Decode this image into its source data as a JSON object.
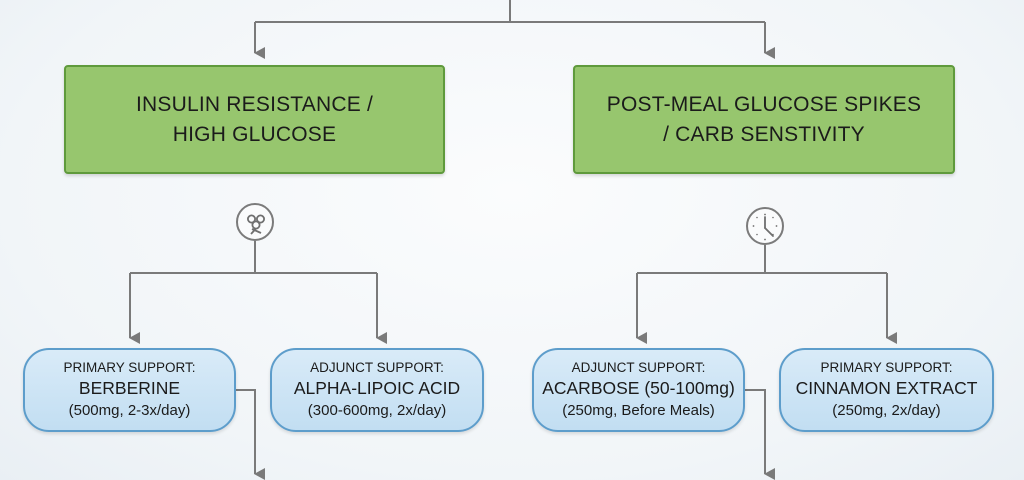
{
  "conditions": [
    {
      "line1": "INSULIN RESISTANCE /",
      "line2": "HIGH GLUCOSE",
      "icon": "clover-icon",
      "supports": [
        {
          "kicker": "PRIMARY SUPPORT:",
          "name": "BERBERINE",
          "dose": "(500mg, 2-3x/day)"
        },
        {
          "kicker": "ADJUNCT SUPPORT:",
          "name": "ALPHA-LIPOIC ACID",
          "dose": "(300-600mg, 2x/day)"
        }
      ]
    },
    {
      "line1": "POST-MEAL GLUCOSE SPIKES",
      "line2": "/ CARB SENSTIVITY",
      "icon": "clock-icon",
      "supports": [
        {
          "kicker": "ADJUNCT SUPPORT:",
          "name": "ACARBOSE (50-100mg)",
          "dose": "(250mg, Before Meals)"
        },
        {
          "kicker": "PRIMARY SUPPORT:",
          "name": "CINNAMON EXTRACT",
          "dose": "(250mg, 2x/day)"
        }
      ]
    }
  ],
  "colors": {
    "condition_fill": "#97c66e",
    "condition_border": "#5f9a3c",
    "support_fill": "#c9e2f4",
    "support_border": "#5d9dcb",
    "connector": "#7a7a7a"
  }
}
